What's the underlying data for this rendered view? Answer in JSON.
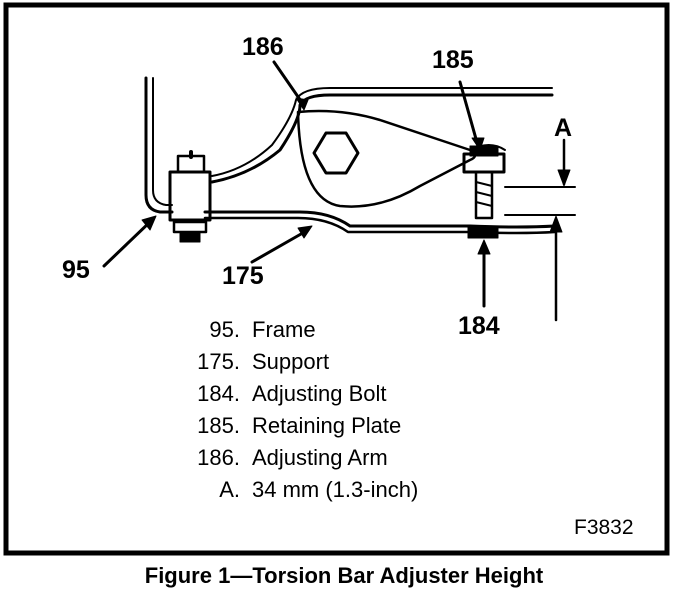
{
  "diagram": {
    "callouts": {
      "c186": "186",
      "c185": "185",
      "cA": "A",
      "c95": "95",
      "c175": "175",
      "c184": "184"
    },
    "legend": [
      {
        "num": "95.",
        "label": "Frame"
      },
      {
        "num": "175.",
        "label": "Support"
      },
      {
        "num": "184.",
        "label": "Adjusting Bolt"
      },
      {
        "num": "185.",
        "label": "Retaining Plate"
      },
      {
        "num": "186.",
        "label": "Adjusting Arm"
      },
      {
        "num": "A.",
        "label": "34 mm (1.3-inch)"
      }
    ],
    "figure_code": "F3832",
    "caption": "Figure 1—Torsion Bar Adjuster Height"
  }
}
